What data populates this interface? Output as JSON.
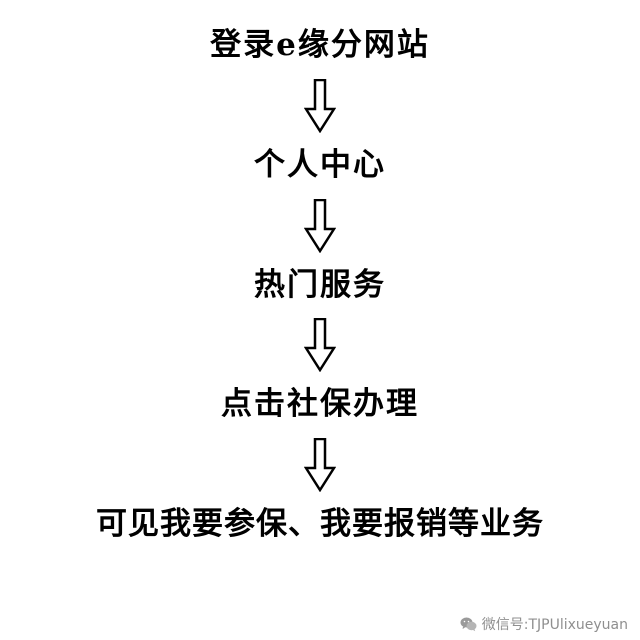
{
  "flow": {
    "steps": [
      "登录e缘分网站",
      "个人中心",
      "热门服务",
      "点击社保办理",
      "可见我要参保、我要报销等业务"
    ]
  },
  "footer": {
    "wechat_label": "微信号:TJPUlixueyuan"
  },
  "colors": {
    "text": "#000000",
    "footer_text": "#8f8f8f",
    "background": "#ffffff",
    "arrow_outline": "#000000",
    "arrow_fill": "#ffffff"
  }
}
